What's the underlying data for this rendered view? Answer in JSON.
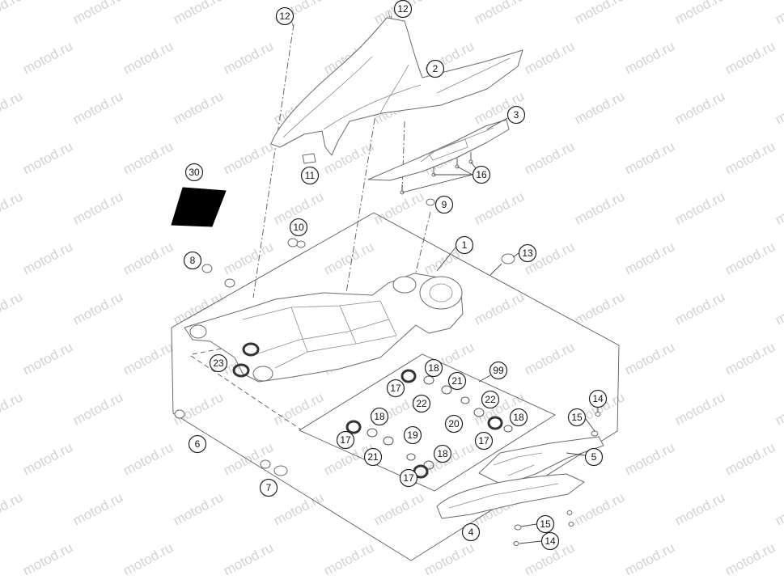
{
  "diagram": {
    "watermark": "motod.ru",
    "callouts": [
      "12",
      "12",
      "2",
      "3",
      "16",
      "11",
      "30",
      "9",
      "10",
      "1",
      "13",
      "8",
      "23",
      "99",
      "18",
      "21",
      "17",
      "22",
      "22",
      "14",
      "15",
      "18",
      "20",
      "18",
      "17",
      "19",
      "17",
      "6",
      "21",
      "18",
      "5",
      "17",
      "7",
      "15",
      "4",
      "14"
    ]
  }
}
